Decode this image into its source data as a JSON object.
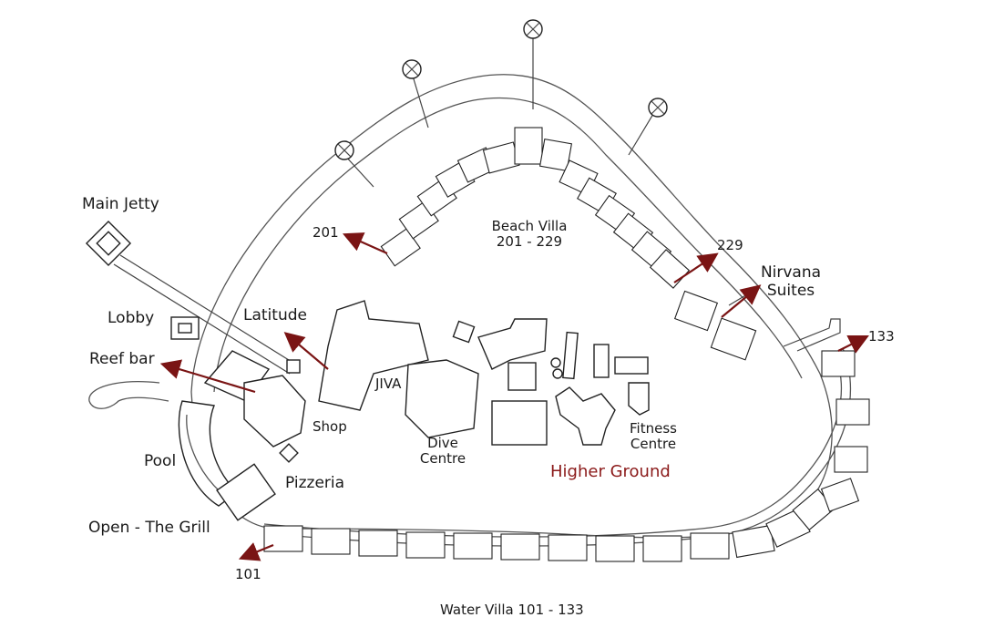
{
  "labels": {
    "main_jetty": "Main Jetty",
    "lobby": "Lobby",
    "reef_bar": "Reef bar",
    "latitude": "Latitude",
    "pool": "Pool",
    "shop": "Shop",
    "jiva": "JIVA",
    "dive_centre_line1": "Dive",
    "dive_centre_line2": "Centre",
    "pizzeria": "Pizzeria",
    "open_grill": "Open - The Grill",
    "higher_ground": "Higher Ground",
    "fitness_line1": "Fitness",
    "fitness_line2": "Centre",
    "beach_villa_line1": "Beach Villa",
    "beach_villa_line2": "201 - 229",
    "nirvana_line1": "Nirvana",
    "nirvana_line2": "Suites",
    "water_villa": "Water Villa 101 - 133"
  },
  "markers": {
    "v201": "201",
    "v229": "229",
    "v133": "133",
    "v101": "101"
  },
  "colors": {
    "arrow": "#7a1414",
    "highlight_text": "#8b1a1a",
    "line": "#222222"
  }
}
